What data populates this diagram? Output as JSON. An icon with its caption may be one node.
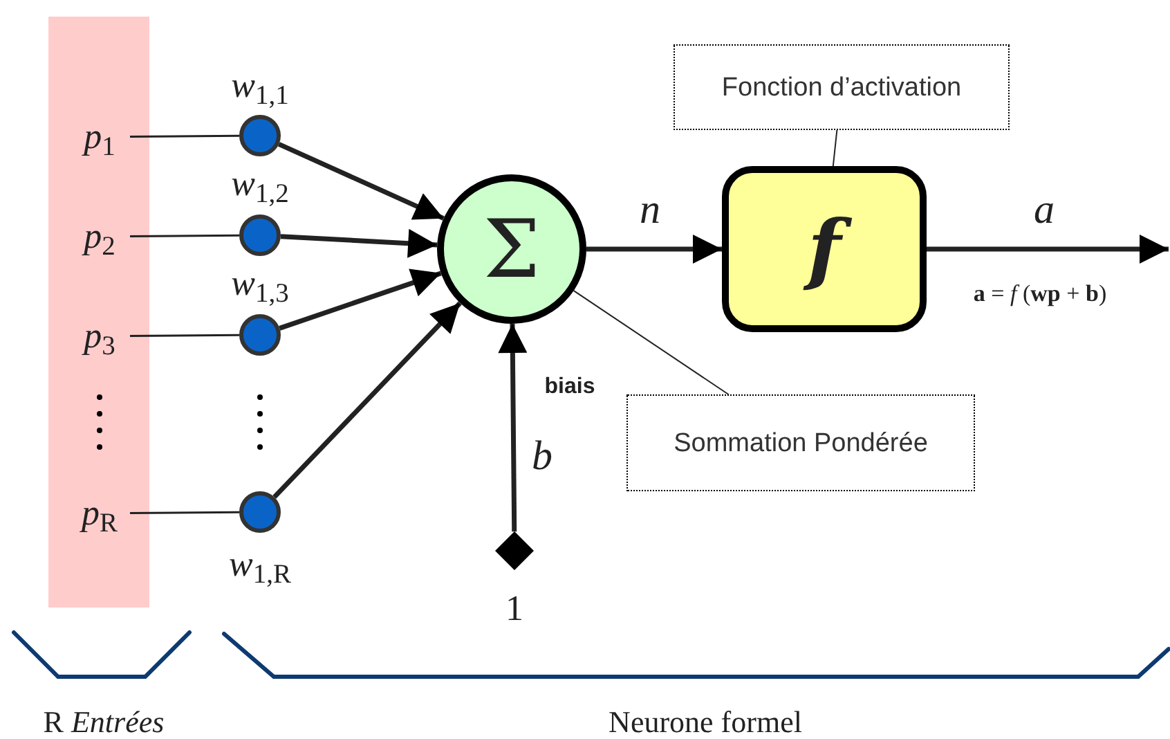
{
  "diagram": {
    "nodes": [
      {
        "text": [],
        "shape": "bar"
      },
      {
        "text": [
          "*p*$_{1}$"
        ],
        "in": 0
      },
      {
        "text": [
          "*p*$_{2}$"
        ],
        "in": 0
      },
      {
        "text": [
          "*p*$_{3}$"
        ],
        "in": 0
      },
      {
        "text": [
          "*p*$_{R}$"
        ],
        "in": 0
      },
      {
        "text": [],
        "shape": "circle",
        "beside": [
          "*w*$_{1,1}$"
        ]
      },
      {
        "text": [],
        "shape": "circle",
        "beside": [
          "*w*$_{1,2}$"
        ]
      },
      {
        "text": [],
        "shape": "circle",
        "beside": [
          "*w*$_{1,3}$"
        ]
      },
      {
        "text": [],
        "shape": "circle",
        "beside": [
          "*w*$_{1,R}$"
        ]
      },
      {
        "text": [
          "Σ"
        ]
      },
      {
        "text": [
          "f"
        ]
      },
      {
        "text": [],
        "shape": "diamond",
        "beside": [
          "1"
        ]
      },
      {
        "text": [
          "Fonction d’activation"
        ]
      },
      {
        "text": [
          "Sommation Pondérée"
        ]
      }
    ],
    "edges": [
      {
        "from": 1,
        "to": 5,
        "arrow": "none"
      },
      {
        "from": 2,
        "to": 6,
        "arrow": "none"
      },
      {
        "from": 3,
        "to": 7,
        "arrow": "none"
      },
      {
        "from": 4,
        "to": 8,
        "arrow": "none"
      },
      {
        "from": 5,
        "to": 9,
        "arrow": "to"
      },
      {
        "from": 6,
        "to": 9,
        "arrow": "to"
      },
      {
        "from": 7,
        "to": 9,
        "arrow": "to"
      },
      {
        "from": 8,
        "to": 9,
        "arrow": "to"
      },
      {
        "from": 9,
        "to": 10,
        "arrow": "to",
        "label": "n"
      },
      {
        "from": 10,
        "to": null,
        "arrow": "to",
        "label": "a"
      },
      {
        "from": 11,
        "to": 9,
        "arrow": "to",
        "label": "b"
      },
      {
        "from": 12,
        "to": 10,
        "arrow": "none"
      },
      {
        "from": 13,
        "to": 9,
        "arrow": "none"
      }
    ],
    "labels": [
      "biais",
      "**a** = *f* (**wp** + **b**)",
      "R *Entrées*",
      "Neurone formel"
    ]
  }
}
